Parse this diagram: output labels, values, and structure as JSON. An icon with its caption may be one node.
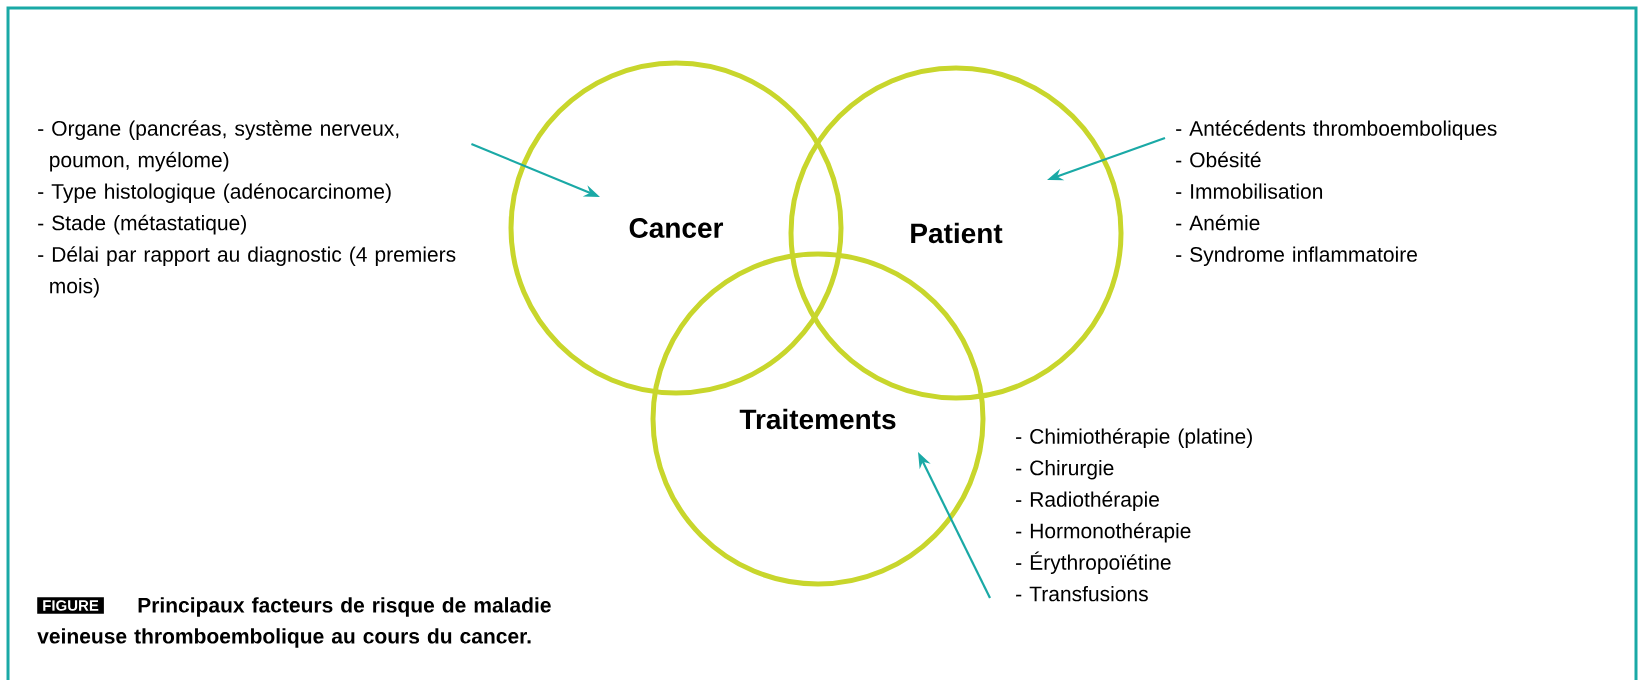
{
  "diagram": {
    "caption": "Principaux facteurs de risque de maladie veineuse thromboembolique au cours du cancer.",
    "nodes": [
      {
        "text": [
          "Cancer"
        ]
      },
      {
        "text": [
          "Patient"
        ]
      },
      {
        "text": [
          "Traitements"
        ]
      },
      {
        "text": [
          "- Organe (pancréas, système nerveux, poumon, myélome)",
          "- Type histologique (adénocarcinome)",
          "- Stade (métastatique)",
          "- Délai par rapport au diagnostic (4 premiers mois)"
        ]
      },
      {
        "text": [
          "- Antécédents thromboemboliques",
          "- Obésité",
          "- Immobilisation",
          "- Anémie",
          "- Syndrome inflammatoire"
        ]
      },
      {
        "text": [
          "- Chimiothérapie (platine)",
          "- Chirurgie",
          "- Radiothérapie",
          "- Hormonothérapie",
          "- Érythropoïétine",
          "- Transfusions"
        ]
      }
    ],
    "edges": [
      {
        "from": 3,
        "to": 0,
        "arrow": "to"
      },
      {
        "from": 4,
        "to": 1,
        "arrow": "to"
      },
      {
        "from": 5,
        "to": 2,
        "arrow": "to"
      }
    ],
    "labels": [
      "FIGURE"
    ]
  }
}
